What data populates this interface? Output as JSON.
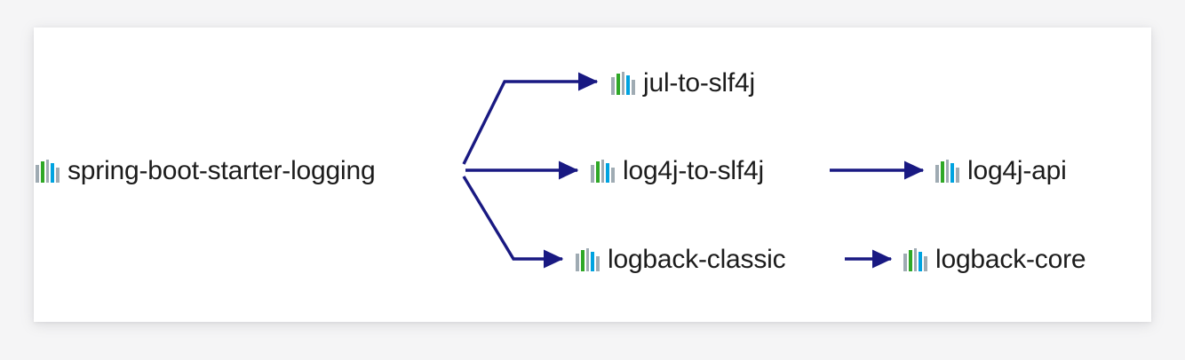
{
  "canvas": {
    "background_color": "#f5f5f6",
    "card_color": "#ffffff"
  },
  "diagram": {
    "type": "dependency-tree",
    "edge_color": "#191982",
    "icon": {
      "name": "jar-library-icon",
      "bar_colors": [
        "#9fabb3",
        "#2fa827",
        "#9fabb3",
        "#00a3e0",
        "#9fabb3"
      ]
    },
    "nodes": [
      {
        "id": "root",
        "label": "spring-boot-starter-logging",
        "icon": "jar-library-icon"
      },
      {
        "id": "jul",
        "label": "jul-to-slf4j",
        "icon": "jar-library-icon"
      },
      {
        "id": "log4j-slf4j",
        "label": "log4j-to-slf4j",
        "icon": "jar-library-icon"
      },
      {
        "id": "logback-cl",
        "label": "logback-classic",
        "icon": "jar-library-icon"
      },
      {
        "id": "log4j-api",
        "label": "log4j-api",
        "icon": "jar-library-icon"
      },
      {
        "id": "logback-core",
        "label": "logback-core",
        "icon": "jar-library-icon"
      }
    ],
    "edges": [
      {
        "from": "root",
        "to": "jul"
      },
      {
        "from": "root",
        "to": "log4j-slf4j"
      },
      {
        "from": "root",
        "to": "logback-cl"
      },
      {
        "from": "log4j-slf4j",
        "to": "log4j-api"
      },
      {
        "from": "logback-cl",
        "to": "logback-core"
      }
    ]
  }
}
